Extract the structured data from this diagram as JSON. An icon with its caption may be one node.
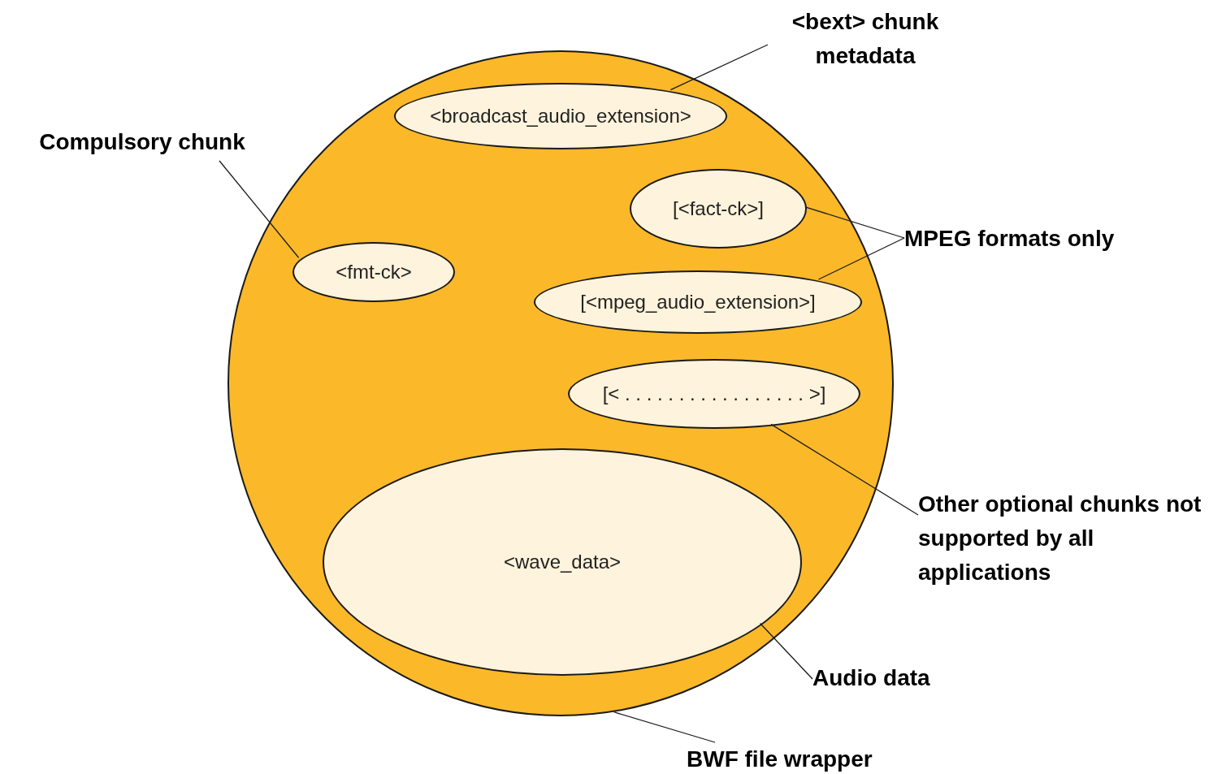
{
  "diagram": {
    "nodes": [
      {
        "text": [],
        "shape": "circle"
      },
      {
        "text": [
          "<broadcast_audio_extension>"
        ],
        "in": 0
      },
      {
        "text": [
          "[<fact-ck>]"
        ],
        "in": 0
      },
      {
        "text": [
          "<fmt-ck>"
        ],
        "in": 0
      },
      {
        "text": [
          "[<mpeg_audio_extension>]"
        ],
        "in": 0
      },
      {
        "text": [
          "[< . . . . . . . . . . . . . . . . . >]"
        ],
        "in": 0
      },
      {
        "text": [
          "<wave_data>"
        ],
        "in": 0
      },
      {
        "text": [
          "<bext> chunk metadata"
        ]
      },
      {
        "text": [
          "Compulsory chunk"
        ]
      },
      {
        "text": [
          "MPEG formats only"
        ]
      },
      {
        "text": [
          "Other optional chunks not supported by all applications"
        ]
      },
      {
        "text": [
          "Audio data"
        ]
      },
      {
        "text": [
          "BWF file wrapper"
        ]
      }
    ],
    "edges": [
      {
        "from": 7,
        "to": 1,
        "arrow": "none"
      },
      {
        "from": 8,
        "to": 3,
        "arrow": "none"
      },
      {
        "from": 9,
        "to": 2,
        "arrow": "none"
      },
      {
        "from": 9,
        "to": 4,
        "arrow": "none"
      },
      {
        "from": 10,
        "to": 5,
        "arrow": "none"
      },
      {
        "from": 11,
        "to": 6,
        "arrow": "none"
      },
      {
        "from": 12,
        "to": 0,
        "arrow": "none"
      }
    ]
  }
}
